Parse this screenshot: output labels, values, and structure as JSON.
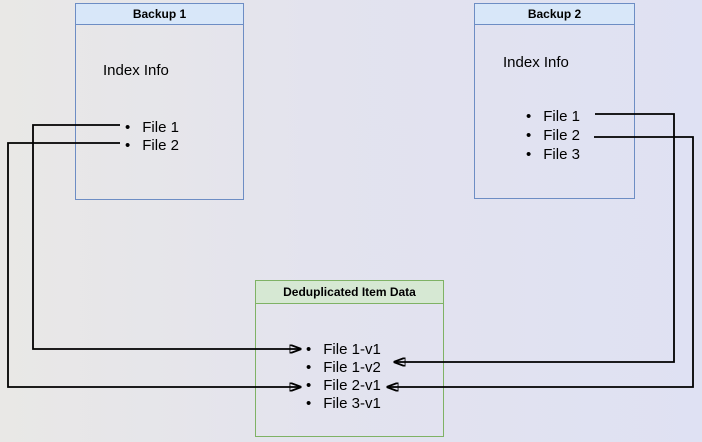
{
  "diagram": {
    "backup1": {
      "title": "Backup 1",
      "body_label": "Index Info",
      "items": [
        "File 1",
        "File 2"
      ]
    },
    "backup2": {
      "title": "Backup 2",
      "body_label": "Index Info",
      "items": [
        "File 1",
        "File 2",
        "File 3"
      ]
    },
    "dedup": {
      "title": "Deduplicated Item Data",
      "items": [
        "File 1-v1",
        "File 1-v2",
        "File 2-v1",
        "File 3-v1"
      ]
    },
    "connections": [
      {
        "from": "Backup 1 / File 1",
        "to": "File 1-v1"
      },
      {
        "from": "Backup 1 / File 2",
        "to": "File 2-v1"
      },
      {
        "from": "Backup 2 / File 1",
        "to": "File 1-v2"
      },
      {
        "from": "Backup 2 / File 2",
        "to": "File 2-v1"
      }
    ],
    "colors": {
      "backup_header_fill": "#d8e7f9",
      "backup_border": "#6d8dc4",
      "dedup_header_fill": "#d6e8d3",
      "dedup_border": "#7fb265",
      "connector": "#000000"
    }
  }
}
